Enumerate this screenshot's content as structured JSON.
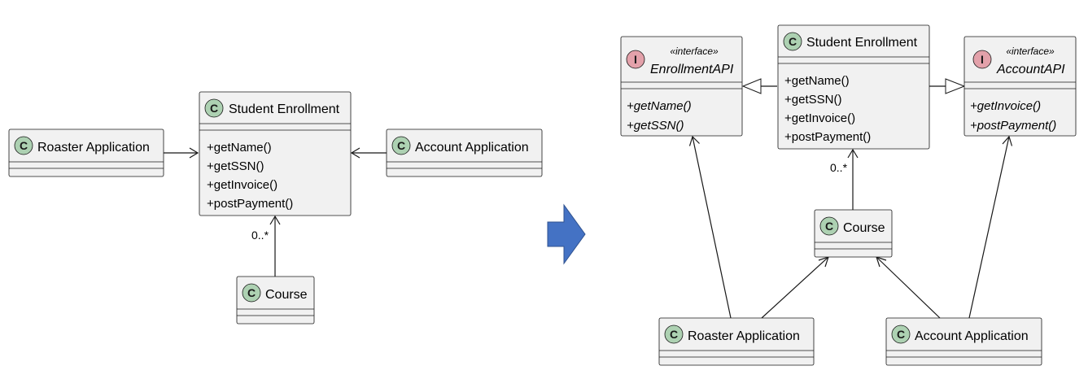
{
  "left_diagram": {
    "student_enrollment": {
      "badge": "C",
      "title": "Student Enrollment",
      "methods": [
        "+getName()",
        "+getSSN()",
        "+getInvoice()",
        "+postPayment()"
      ]
    },
    "roaster_application": {
      "badge": "C",
      "title": "Roaster Application"
    },
    "account_application": {
      "badge": "C",
      "title": "Account Application"
    },
    "course": {
      "badge": "C",
      "title": "Course"
    },
    "course_multiplicity": "0..*"
  },
  "right_diagram": {
    "enrollment_api": {
      "badge": "I",
      "stereotype": "«interface»",
      "title": "EnrollmentAPI",
      "methods": [
        "+getName()",
        "+getSSN()"
      ]
    },
    "student_enrollment": {
      "badge": "C",
      "title": "Student Enrollment",
      "methods": [
        "+getName()",
        "+getSSN()",
        "+getInvoice()",
        "+postPayment()"
      ]
    },
    "account_api": {
      "badge": "I",
      "stereotype": "«interface»",
      "title": "AccountAPI",
      "methods": [
        "+getInvoice()",
        "+postPayment()"
      ]
    },
    "course": {
      "badge": "C",
      "title": "Course"
    },
    "course_multiplicity": "0..*",
    "roaster_application": {
      "badge": "C",
      "title": "Roaster Application"
    },
    "account_application": {
      "badge": "C",
      "title": "Account Application"
    }
  },
  "colors": {
    "class_badge": "#add1b2",
    "interface_badge": "#e3a1aa",
    "box_fill": "#f1f1f1",
    "transform_arrow": "#4472c4"
  }
}
